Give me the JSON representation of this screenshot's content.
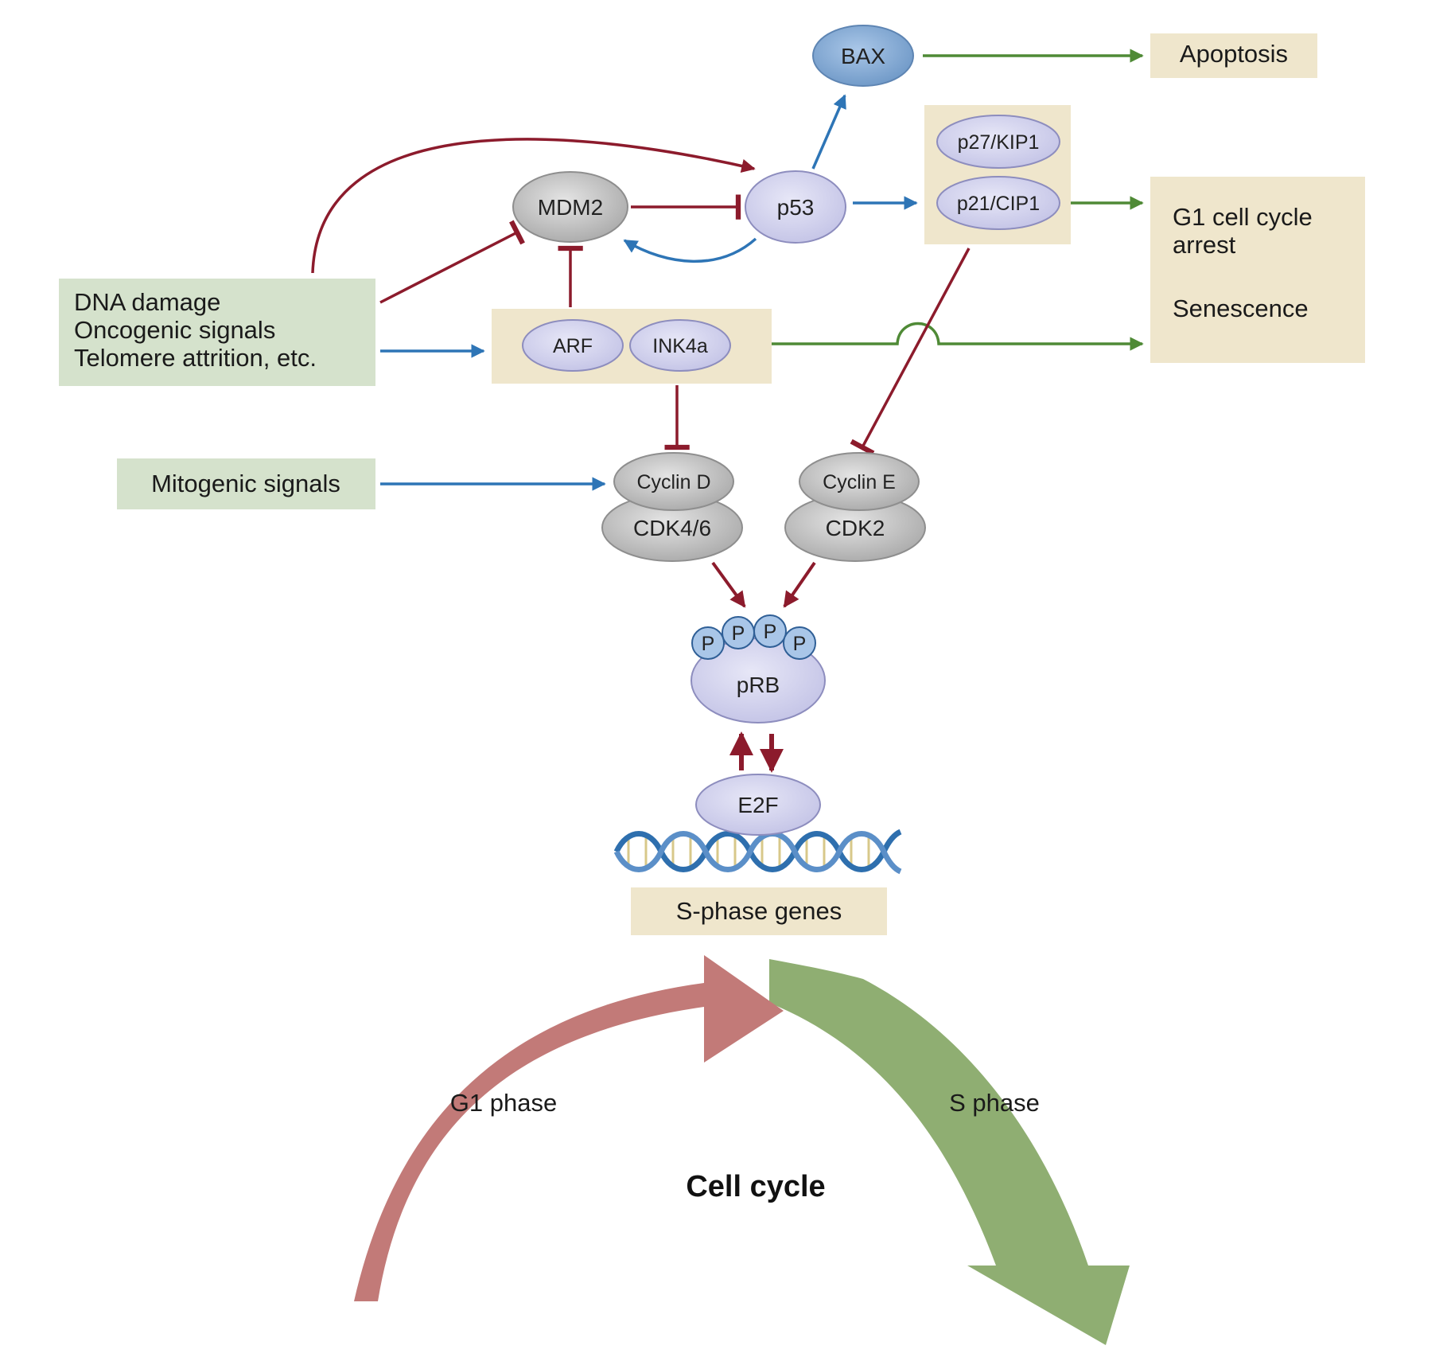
{
  "colors": {
    "green_box": "#d5e2cc",
    "tan_box": "#efe6cc",
    "lavender_node": "#d3d3ee",
    "gray_node": "#c9c9c9",
    "blue_node": "#8eb0d6",
    "p_circle": "#a9c6e8",
    "activation_blue": "#2e75b6",
    "inhibition_red": "#8c1b2c",
    "outcome_green": "#4f8a36",
    "g1_arrow": "#c27a78",
    "s_arrow": "#8fae72"
  },
  "inputs": {
    "damage_lines": [
      "DNA damage",
      "Oncogenic signals",
      "Telomere attrition, etc."
    ],
    "mitogenic": "Mitogenic signals"
  },
  "proteins": {
    "mdm2": "MDM2",
    "p53": "p53",
    "bax": "BAX",
    "p27": "p27/KIP1",
    "p21": "p21/CIP1",
    "arf": "ARF",
    "ink4a": "INK4a",
    "cyclin_d": "Cyclin D",
    "cdk46": "CDK4/6",
    "cyclin_e": "Cyclin E",
    "cdk2": "CDK2",
    "prb": "pRB",
    "phospho": "P",
    "e2f": "E2F"
  },
  "outcomes": {
    "apoptosis": "Apoptosis",
    "arrest_line1": "G1 cell cycle",
    "arrest_line2": "arrest",
    "senescence": "Senescence"
  },
  "genes": "S-phase genes",
  "cell_cycle": {
    "title": "Cell cycle",
    "g1": "G1 phase",
    "s": "S phase"
  }
}
